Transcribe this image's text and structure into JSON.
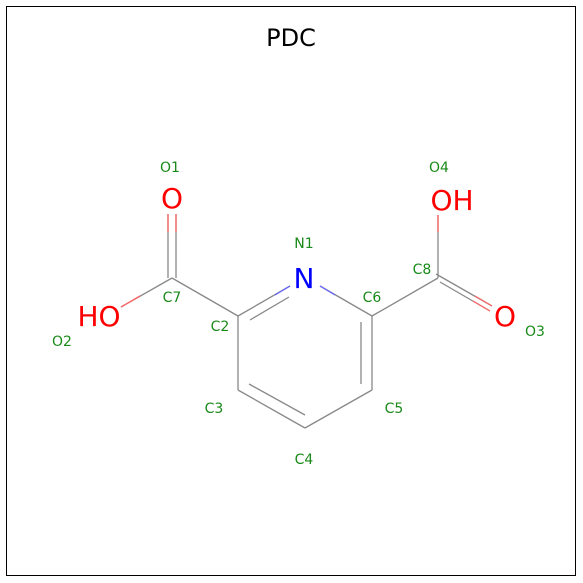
{
  "title": "PDC",
  "colors": {
    "bond": "#888888",
    "oxygen": "#ff0000",
    "nitrogen": "#0000ff",
    "atom_id": "#1a8a1a"
  },
  "atoms_text": {
    "o1_symbol": "O",
    "o4_symbol": "OH",
    "o2_symbol": "HO",
    "o3_symbol": "O",
    "n1_symbol": "N"
  },
  "atom_ids": {
    "O1": "O1",
    "O4": "O4",
    "N1": "N1",
    "C8": "C8",
    "C7": "C7",
    "C6": "C6",
    "C2": "C2",
    "O2": "O2",
    "O3": "O3",
    "C3": "C3",
    "C5": "C5",
    "C4": "C4"
  }
}
